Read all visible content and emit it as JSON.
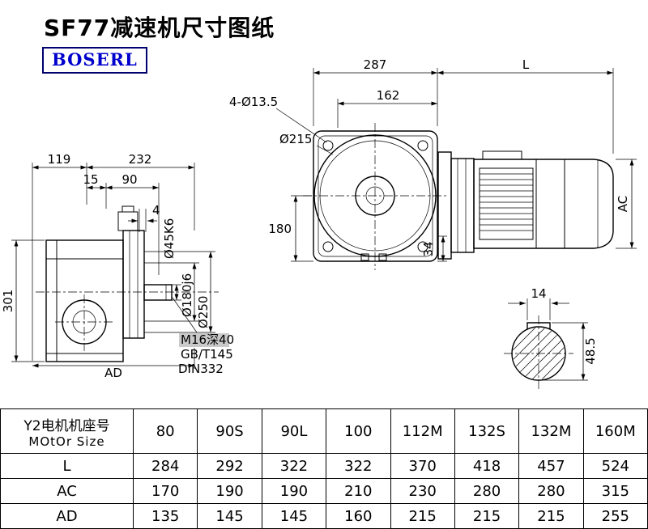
{
  "header": {
    "title": "SF77减速机尺寸图纸",
    "logo": "BOSERL"
  },
  "drawing": {
    "side_view": {
      "d119": "119",
      "d232": "232",
      "d15": "15",
      "d90": "90",
      "d4": "4",
      "d301": "301",
      "dAD": "AD",
      "shaft_dia": "Ø45K6",
      "spigot_dia": "Ø180j6",
      "flange_dia": "Ø250",
      "tap": "M16深40",
      "std_gb": "GB/T145",
      "std_din": "DIN332"
    },
    "front_view": {
      "d287": "287",
      "dL": "L",
      "d162": "162",
      "holes": "4-Ø13.5",
      "flange_circle": "Ø215",
      "d180": "180",
      "d34": "34",
      "dAC": "AC"
    },
    "shaft_section": {
      "key_width": "14",
      "key_height": "48.5"
    }
  },
  "table": {
    "header": {
      "label_line1": "Y2电机机座号",
      "label_line2": "MOtOr Size",
      "sizes": [
        "80",
        "90S",
        "90L",
        "100",
        "112M",
        "132S",
        "132M",
        "160M"
      ]
    },
    "rows": [
      {
        "label": "L",
        "values": [
          "284",
          "292",
          "322",
          "322",
          "370",
          "418",
          "457",
          "524"
        ]
      },
      {
        "label": "AC",
        "values": [
          "170",
          "190",
          "190",
          "210",
          "230",
          "280",
          "280",
          "315"
        ]
      },
      {
        "label": "AD",
        "values": [
          "135",
          "145",
          "145",
          "160",
          "215",
          "215",
          "215",
          "255"
        ]
      }
    ]
  }
}
